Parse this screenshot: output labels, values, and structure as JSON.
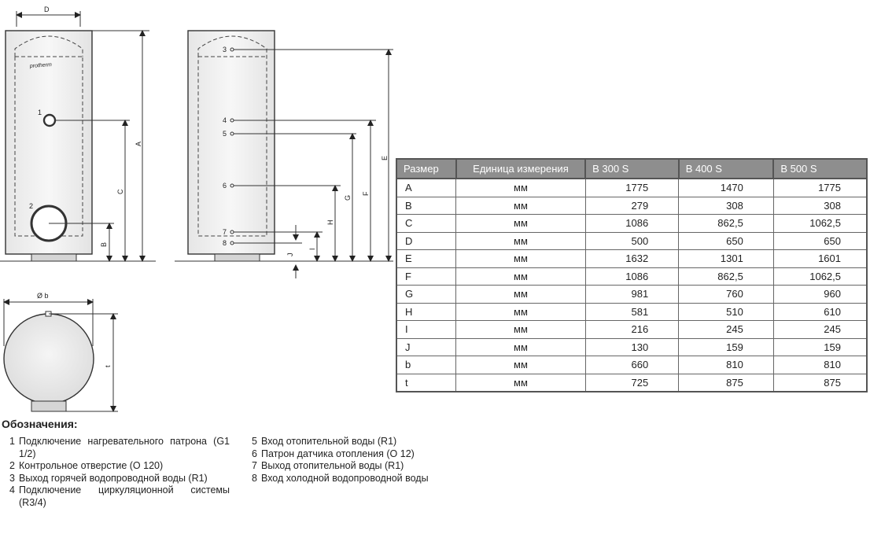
{
  "labels": {
    "D": "D",
    "A": "A",
    "C": "C",
    "B": "B",
    "E": "E",
    "F": "F",
    "G": "G",
    "H": "H",
    "I": "I",
    "J": "J",
    "b": "Ø b",
    "t": "t",
    "brand": "protherm",
    "p1": "1",
    "p2": "2",
    "p3": "3",
    "p4": "4",
    "p5": "5",
    "p6": "6",
    "p7": "7",
    "p8": "8"
  },
  "table": {
    "headers": [
      "Размер",
      "Единица измерения",
      "B 300 S",
      "B 400 S",
      "B 500 S"
    ],
    "rows": [
      [
        "A",
        "мм",
        "1775",
        "1470",
        "1775"
      ],
      [
        "B",
        "мм",
        "279",
        "308",
        "308"
      ],
      [
        "C",
        "мм",
        "1086",
        "862,5",
        "1062,5"
      ],
      [
        "D",
        "мм",
        "500",
        "650",
        "650"
      ],
      [
        "E",
        "мм",
        "1632",
        "1301",
        "1601"
      ],
      [
        "F",
        "мм",
        "1086",
        "862,5",
        "1062,5"
      ],
      [
        "G",
        "мм",
        "981",
        "760",
        "960"
      ],
      [
        "H",
        "мм",
        "581",
        "510",
        "610"
      ],
      [
        "I",
        "мм",
        "216",
        "245",
        "245"
      ],
      [
        "J",
        "мм",
        "130",
        "159",
        "159"
      ],
      [
        "b",
        "мм",
        "660",
        "810",
        "810"
      ],
      [
        "t",
        "мм",
        "725",
        "875",
        "875"
      ]
    ]
  },
  "legend": {
    "title": "Обозначения:",
    "items": [
      {
        "num": "1",
        "text": "Подключение нагревательного патрона (G1 1/2)"
      },
      {
        "num": "2",
        "text": "Контрольное отверстие (O 120)"
      },
      {
        "num": "3",
        "text": "Выход горячей водопроводной воды (R1)"
      },
      {
        "num": "4",
        "text": "Подключение циркуляционной системы (R3/4)"
      },
      {
        "num": "5",
        "text": "Вход отопительной воды (R1)"
      },
      {
        "num": "6",
        "text": "Патрон датчика отопления (O 12)"
      },
      {
        "num": "7",
        "text": "Выход отопительной воды (R1)"
      },
      {
        "num": "8",
        "text": "Вход холодной водопроводной воды"
      }
    ]
  }
}
